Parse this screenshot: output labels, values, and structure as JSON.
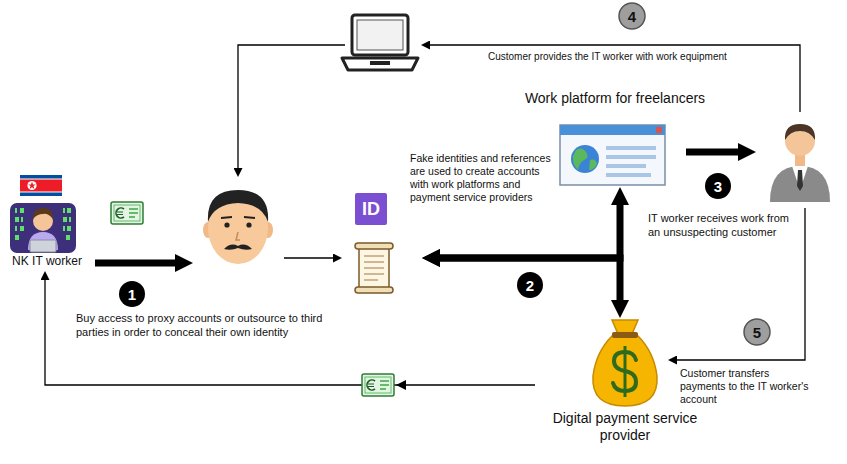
{
  "diagram": {
    "nodes": [
      {
        "text": [
          "NK IT worker"
        ]
      },
      {
        "text": [
          "ID"
        ]
      },
      {
        "text": [
          "Work platform for freelancers"
        ]
      },
      {
        "text": [
          "Digital payment service provider"
        ]
      }
    ],
    "edges": [
      {
        "from": 1,
        "to": 2,
        "arrow": "both"
      },
      {
        "from": 1,
        "to": 3,
        "arrow": "both"
      },
      {
        "from": 3,
        "to": 0,
        "arrow": "to"
      }
    ],
    "labels": [
      "4",
      "Customer provides the IT worker with work equipment",
      "Fake identities and references are used to create accounts with work platforms and payment service providers",
      "3",
      "IT worker receives work from an unsuspecting customer",
      "1",
      "Buy access to proxy accounts or outsource to third parties in order to conceal their own identity",
      "2",
      "5",
      "Customer transfers payments to the IT worker's account"
    ]
  }
}
